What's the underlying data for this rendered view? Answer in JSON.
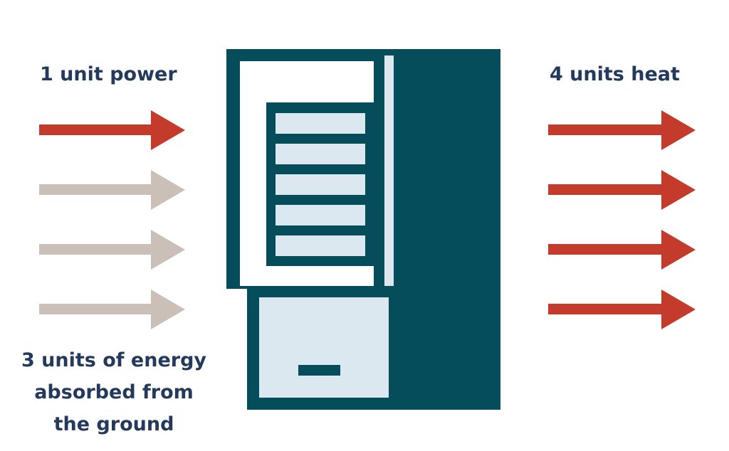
{
  "colors": {
    "background": "#ffffff",
    "navy_text": "#243a5c",
    "red_arrow": "#c43b2c",
    "beige_arrow": "#cbc0b7",
    "teal_body": "#064d5c",
    "light_blue": "#dce8ef",
    "white_panel": "#ffffff"
  },
  "labels": {
    "power": "1 unit power",
    "heat": "4 units heat",
    "ground_lines": [
      "3 units of energy",
      "absorbed from",
      "the ground"
    ]
  },
  "arrows": {
    "left": [
      {
        "name": "power-input-arrow",
        "color": "red_arrow"
      },
      {
        "name": "ground-energy-arrow",
        "color": "beige_arrow"
      },
      {
        "name": "ground-energy-arrow",
        "color": "beige_arrow"
      },
      {
        "name": "ground-energy-arrow",
        "color": "beige_arrow"
      }
    ],
    "right": [
      {
        "name": "heat-output-arrow",
        "color": "red_arrow"
      },
      {
        "name": "heat-output-arrow",
        "color": "red_arrow"
      },
      {
        "name": "heat-output-arrow",
        "color": "red_arrow"
      },
      {
        "name": "heat-output-arrow",
        "color": "red_arrow"
      }
    ]
  },
  "device": {
    "kind": "heat-pump",
    "grille_slat_count": 5
  }
}
